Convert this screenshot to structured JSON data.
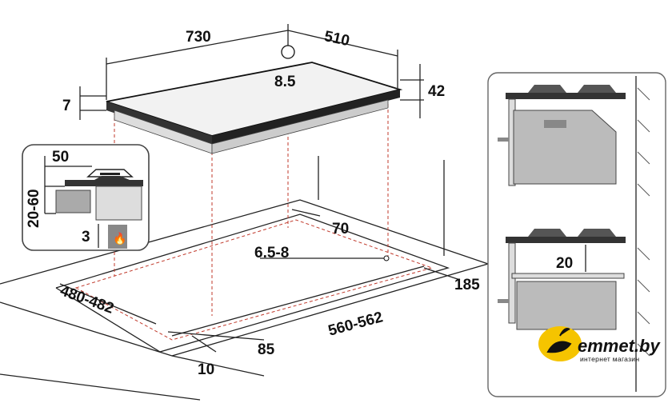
{
  "dimensions": {
    "width": "730",
    "depth": "510",
    "gas_inlet": "8.5",
    "glass_thickness": "7",
    "total_height": "42",
    "back_distance": "70",
    "clearance_edge": "6.5-8",
    "side_distance": "185",
    "cutout_depth": "480-482",
    "cutout_width": "560-562",
    "front_distance": "85",
    "front_edge": "10"
  },
  "inset": {
    "min_depth": "50",
    "worktop_thickness": "20-60",
    "gap": "3"
  },
  "side_panel": {
    "shelf_gap": "20"
  },
  "logo": {
    "name": "emmet.by",
    "tagline": "интернет магазин",
    "accent_color": "#f5c400"
  }
}
